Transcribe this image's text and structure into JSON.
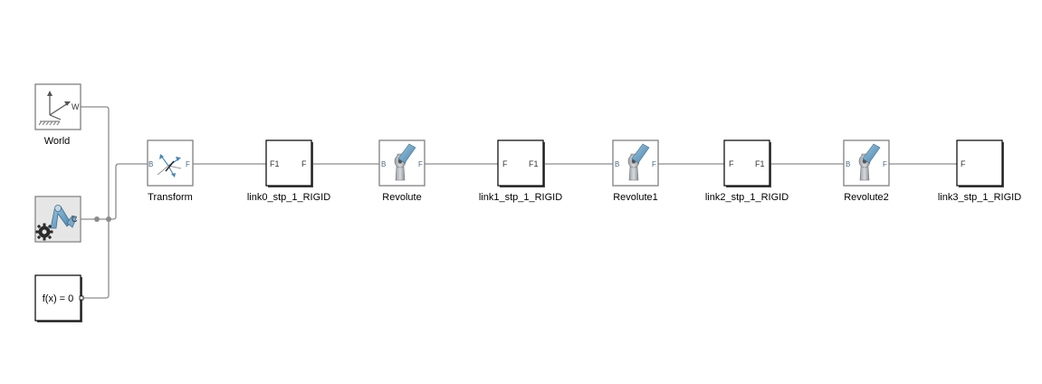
{
  "blocks": {
    "world": {
      "label": "World",
      "port_w": "W"
    },
    "config": {
      "port_c": "C"
    },
    "solver": {
      "text": "f(x) = 0"
    },
    "transform": {
      "label": "Transform",
      "port_b": "B",
      "port_f": "F"
    },
    "link0": {
      "label": "link0_stp_1_RIGID",
      "port_in": "F1",
      "port_out": "F"
    },
    "revolute": {
      "label": "Revolute",
      "port_b": "B",
      "port_f": "F"
    },
    "link1": {
      "label": "link1_stp_1_RIGID",
      "port_in": "F",
      "port_out": "F1"
    },
    "revolute1": {
      "label": "Revolute1",
      "port_b": "B",
      "port_f": "F"
    },
    "link2": {
      "label": "link2_stp_1_RIGID",
      "port_in": "F",
      "port_out": "F1"
    },
    "revolute2": {
      "label": "Revolute2",
      "port_b": "B",
      "port_f": "F"
    },
    "link3": {
      "label": "link3_stp_1_RIGID",
      "port_in": "F"
    }
  }
}
